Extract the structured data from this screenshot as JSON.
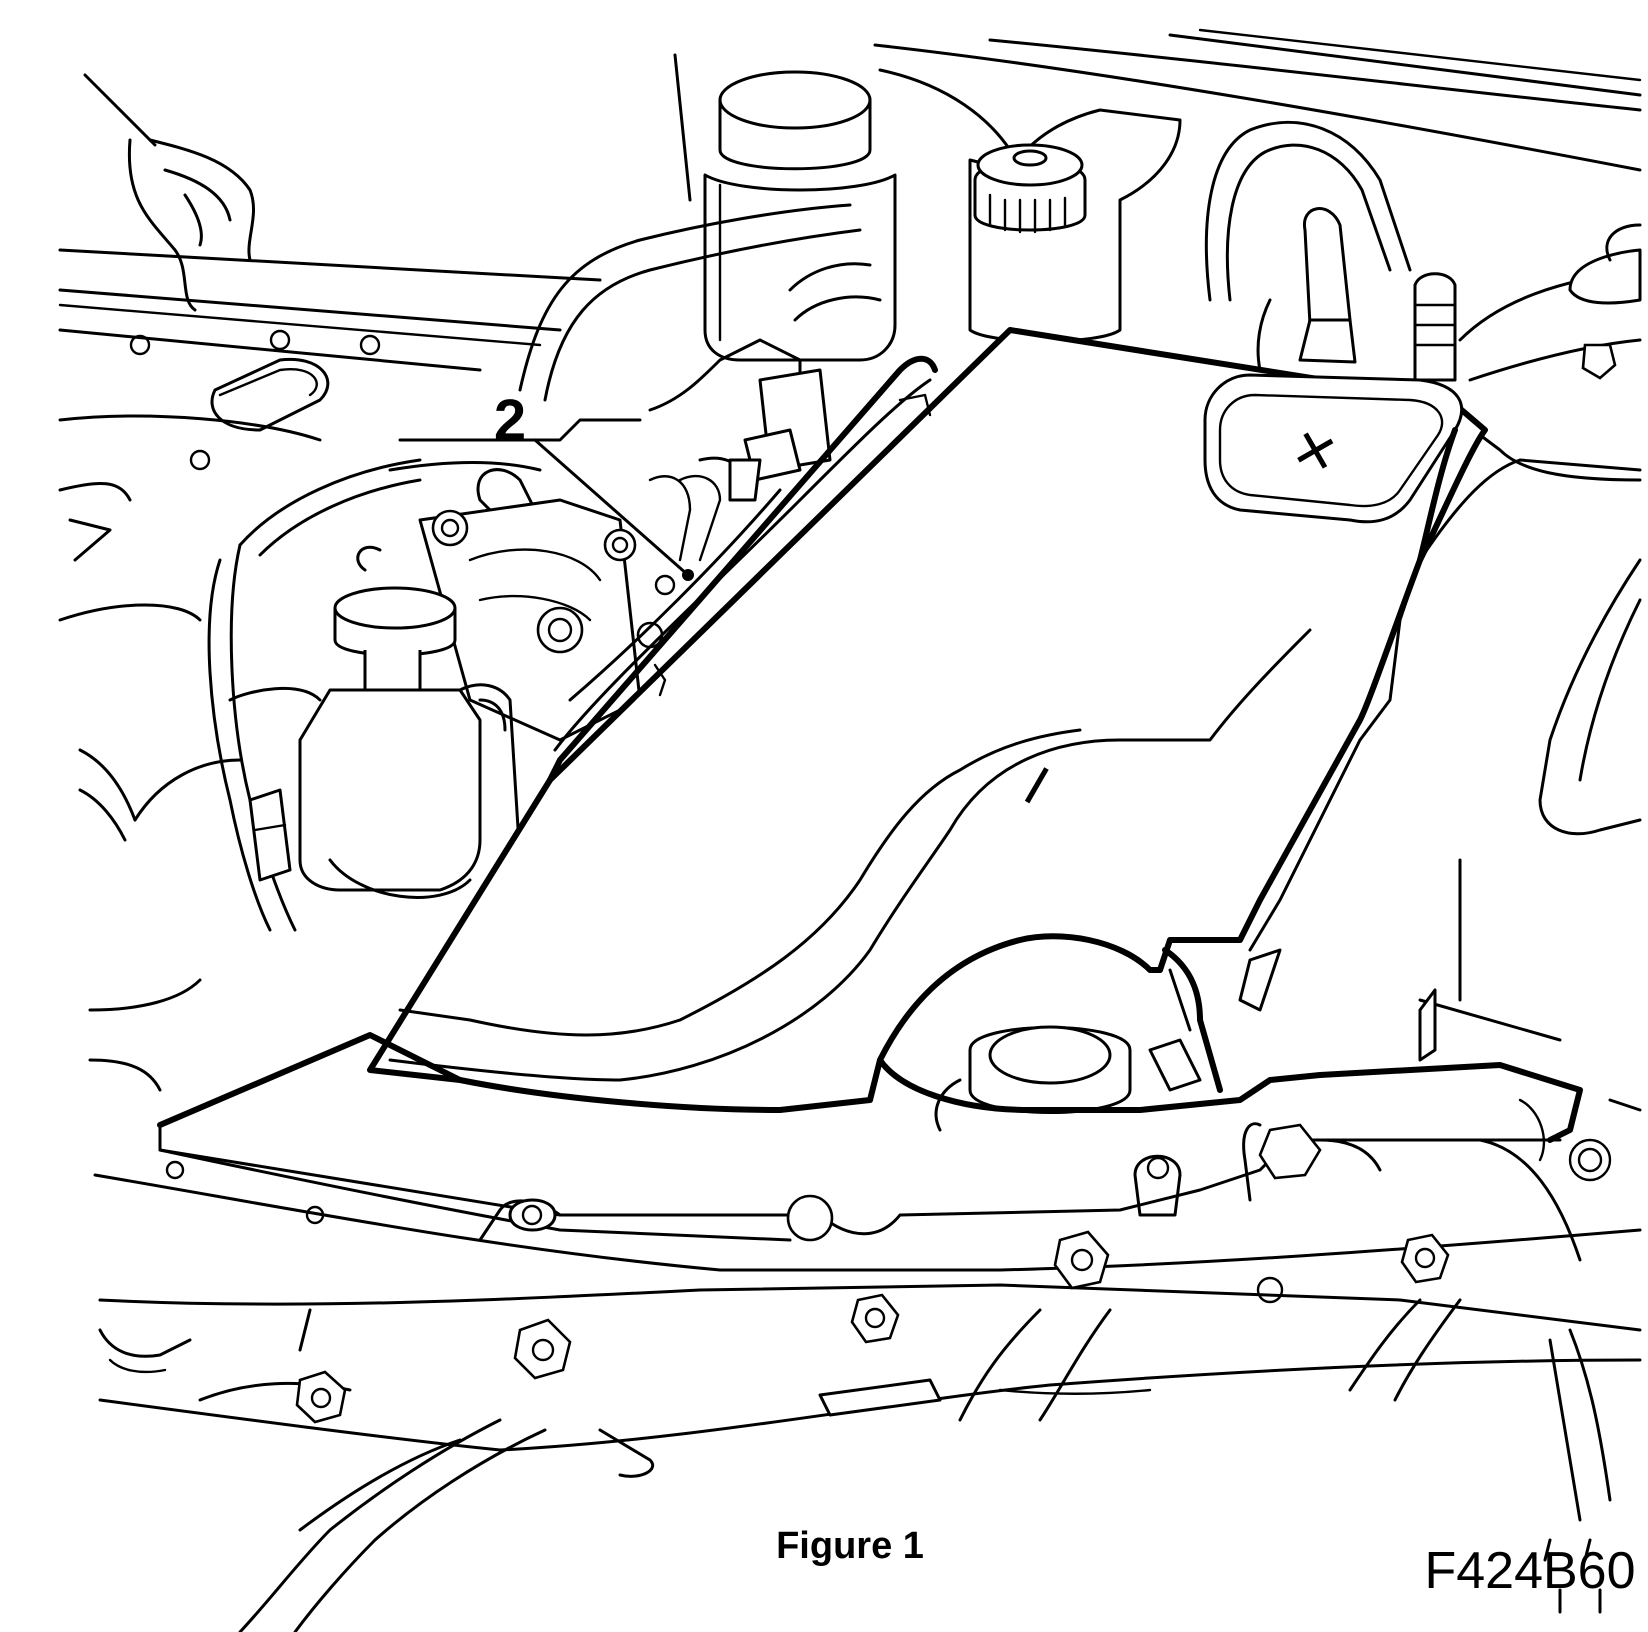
{
  "callout": {
    "number": "2"
  },
  "battery": {
    "positive": "+",
    "negative": "−"
  },
  "figure": {
    "caption": "Figure 1",
    "code": "F424B60"
  }
}
